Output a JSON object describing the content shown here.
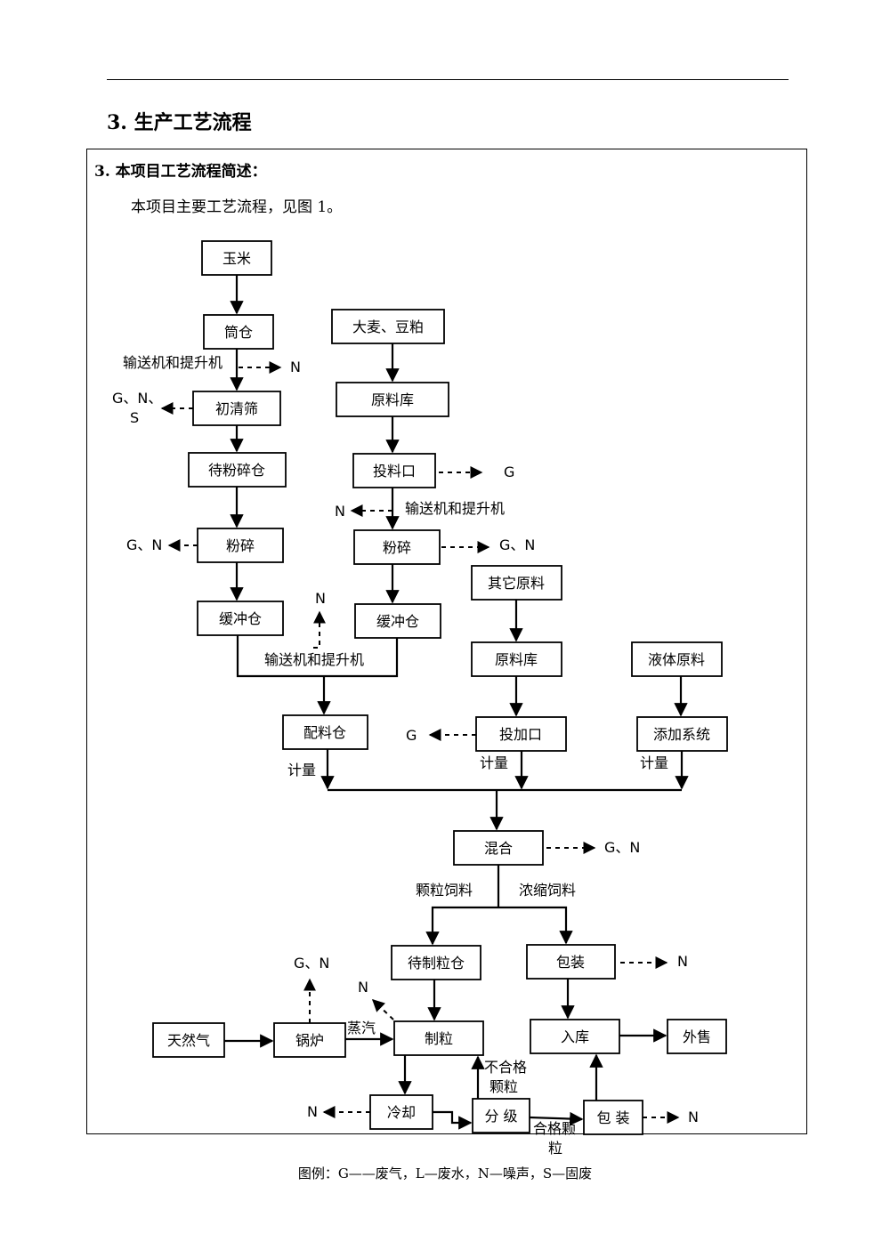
{
  "section_heading": "3. 生产工艺流程",
  "box_heading": "3. 本项目工艺流程简述：",
  "intro": "本项目主要工艺流程，见图 1。",
  "legend": "图例：G——废气，L—废水，N—噪声，S—固废",
  "boxes": {
    "yumi": "玉米",
    "tongcang": "筒仓",
    "chuqingshai": "初清筛",
    "daifensuicang": "待粉碎仓",
    "fensui1": "粉碎",
    "huanchongcang1": "缓冲仓",
    "damai": "大麦、豆粕",
    "yuanliaoku1": "原料库",
    "touliaokou": "投料口",
    "fensui2": "粉碎",
    "huanchongcang2": "缓冲仓",
    "qitayuanliao": "其它原料",
    "yuanliaoku2": "原料库",
    "toujiakou": "投加口",
    "yetiyuanliao": "液体原料",
    "tianjiaxitong": "添加系统",
    "peiliaocang": "配料仓",
    "hunhe": "混合",
    "daizhilicang": "待制粒仓",
    "baozhuang1": "包装",
    "tianranqi": "天然气",
    "guolu": "锅炉",
    "zhili": "制粒",
    "ruku": "入库",
    "waishou": "外售",
    "lengque": "冷却",
    "fenji": "分 级",
    "baozhuang2": "包 装"
  },
  "labels": {
    "conveyor1": "输送机和提升机",
    "conveyor2": "输送机和提升机",
    "conveyor3": "输送机和提升机",
    "jiliang1": "计量",
    "jiliang2": "计量",
    "jiliang3": "计量",
    "keli_feed": "颗粒饲料",
    "nongsuo_feed": "浓缩饲料",
    "steam": "蒸汽",
    "unqualified_1": "不合格",
    "unqualified_2": "颗粒",
    "qualified_1": "合格颗",
    "qualified_2": "粒"
  },
  "emissions": {
    "n_tongcang": "N",
    "gns_1": "G、N、",
    "gns_2": "S",
    "gn_fensui1": "G、N",
    "n_conveyor": "N",
    "g_touliao": "G",
    "n_conveyor2": "N",
    "gn_fensui2": "G、N",
    "g_toujia": "G",
    "gn_hunhe": "G、N",
    "n_baozhuang1": "N",
    "gn_guolu": "G、N",
    "n_zhili": "N",
    "n_lengque": "N",
    "n_baozhuang2": "N"
  }
}
